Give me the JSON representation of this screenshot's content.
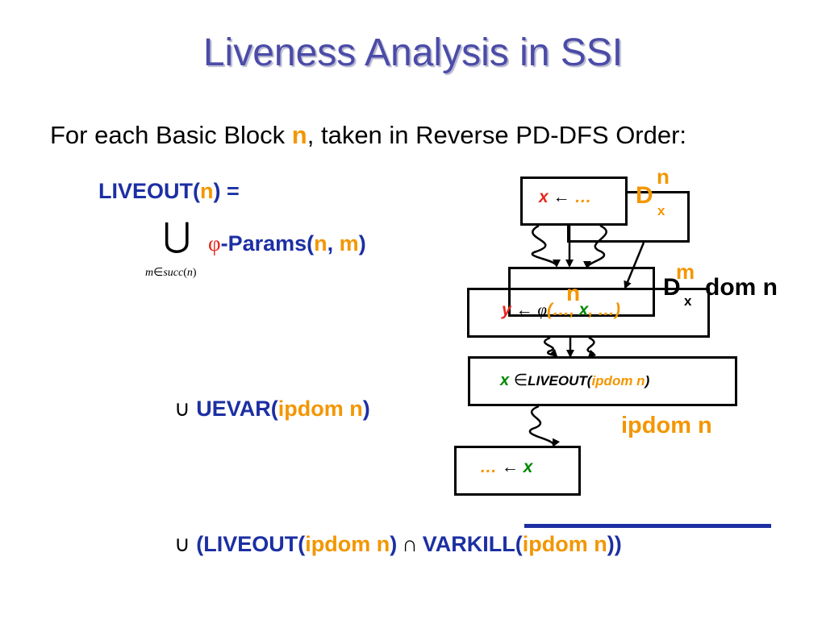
{
  "title": "Liveness Analysis in SSI",
  "intro": {
    "prefix": "For each Basic Block ",
    "n": "n",
    "suffix": ", taken in Reverse PD-DFS Order:"
  },
  "liveout_line": {
    "prefix": "LIVEOUT(",
    "n": "n",
    "suffix": ") ="
  },
  "union_operator": {
    "symbol": "⋃",
    "subscript_m": "m",
    "subscript_in": "∈",
    "subscript_succ": "succ",
    "subscript_open": "(",
    "subscript_n": "n",
    "subscript_close": ")"
  },
  "phi_params": {
    "phi": "φ",
    "label": "-Params(",
    "n": "n",
    "comma": ", ",
    "m": "m",
    "close": ")"
  },
  "uevar_line": {
    "op": "∪",
    "label": "UEVAR(",
    "arg": "ipdom n",
    "close": ")"
  },
  "varkill_line": {
    "op": "∪",
    "open": "(LIVEOUT(",
    "arg1": "ipdom n",
    "close1": ")",
    "intersect": "∩",
    "label2": "VARKILL(",
    "arg2": "ipdom n",
    "close2": "))"
  },
  "diagram": {
    "box_def": {
      "var": "x",
      "arrow": "←",
      "dots": "…"
    },
    "box_phi": {
      "lhs": "y",
      "arrow": "←",
      "phi": "φ",
      "args_open": "(…, ",
      "x": "x",
      "args_close": ", …)"
    },
    "box_live": {
      "x": "x",
      "in": "∈",
      "label": "LIVEOUT(",
      "arg": "ipdom n",
      "close": ")"
    },
    "box_use": {
      "dots": "…",
      "arrow": "←",
      "x": "x"
    },
    "label_dnx": {
      "D": "D",
      "sup": "n",
      "sub": "x"
    },
    "label_dmx": {
      "D": "D",
      "sup": "m",
      "sub": "x",
      "suffix": " dom n"
    },
    "label_n": "n",
    "label_ipdom": "ipdom n"
  },
  "colors": {
    "title": "#4b4ba8",
    "keyword_blue": "#1c2fa3",
    "param_orange": "#f39600",
    "var_green": "#008800",
    "var_red": "#e8261b"
  }
}
